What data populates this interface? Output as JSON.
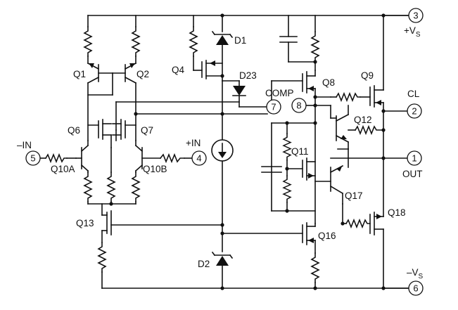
{
  "labels": {
    "q1": "Q1",
    "q2": "Q2",
    "q4": "Q4",
    "q6": "Q6",
    "q7": "Q7",
    "q8": "Q8",
    "q9": "Q9",
    "q10a": "Q10A",
    "q10b": "Q10B",
    "q11": "Q11",
    "q12": "Q12",
    "q13": "Q13",
    "q16": "Q16",
    "q17": "Q17",
    "q18": "Q18",
    "d1": "D1",
    "d2": "D2",
    "d23": "D23",
    "comp": "COMP",
    "cl": "CL",
    "out": "OUT",
    "vplus": "+V",
    "vminus": "–V",
    "vsub": "S",
    "in_neg": "–IN",
    "in_pos": "+IN"
  },
  "pins": {
    "p1": "1",
    "p2": "2",
    "p3": "3",
    "p4": "4",
    "p5": "5",
    "p6": "6",
    "p7": "7",
    "p8": "8"
  }
}
